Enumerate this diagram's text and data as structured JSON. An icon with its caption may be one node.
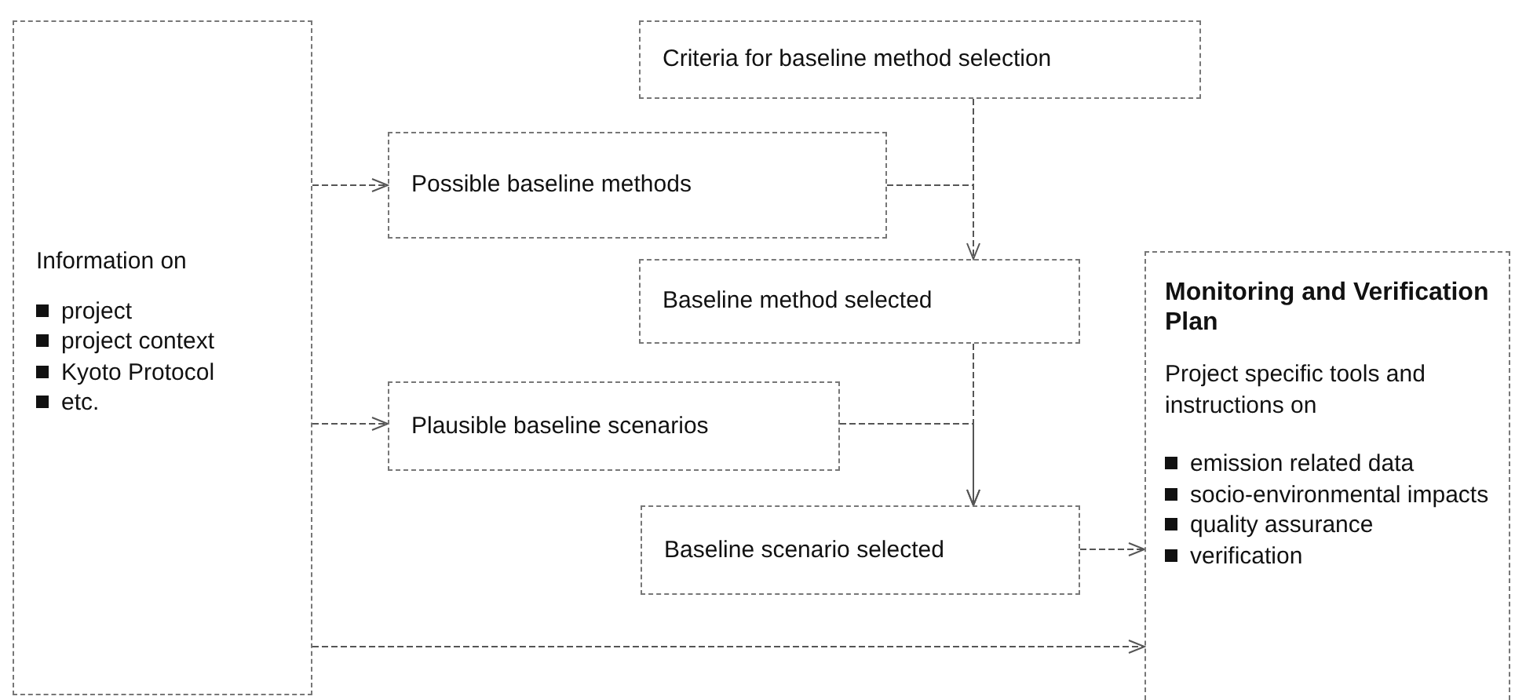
{
  "diagram": {
    "nodes": [
      {
        "text": [
          "Information on",
          "project",
          "project context",
          "Kyoto Protocol",
          "etc."
        ]
      },
      {
        "text": [
          "Criteria for baseline method selection"
        ]
      },
      {
        "text": [
          "Possible baseline methods"
        ]
      },
      {
        "text": [
          "Baseline method selected"
        ]
      },
      {
        "text": [
          "Plausible baseline scenarios"
        ]
      },
      {
        "text": [
          "Baseline scenario selected"
        ]
      },
      {
        "text": [
          "Monitoring and Verification Plan",
          "Project specific tools and instructions on",
          "emission related data",
          "socio-environmental impacts",
          "quality assurance",
          "verification"
        ]
      }
    ],
    "edges": [
      {
        "from": 0,
        "to": 2,
        "arrow": "to"
      },
      {
        "from": 1,
        "to": 3,
        "arrow": "none"
      },
      {
        "from": 2,
        "to": 3,
        "arrow": "to"
      },
      {
        "from": 0,
        "to": 4,
        "arrow": "to"
      },
      {
        "from": 3,
        "to": 5,
        "arrow": "to"
      },
      {
        "from": 4,
        "to": 5,
        "arrow": "to"
      },
      {
        "from": 5,
        "to": 6,
        "arrow": "to"
      },
      {
        "from": 0,
        "to": 6,
        "arrow": "to"
      }
    ]
  }
}
